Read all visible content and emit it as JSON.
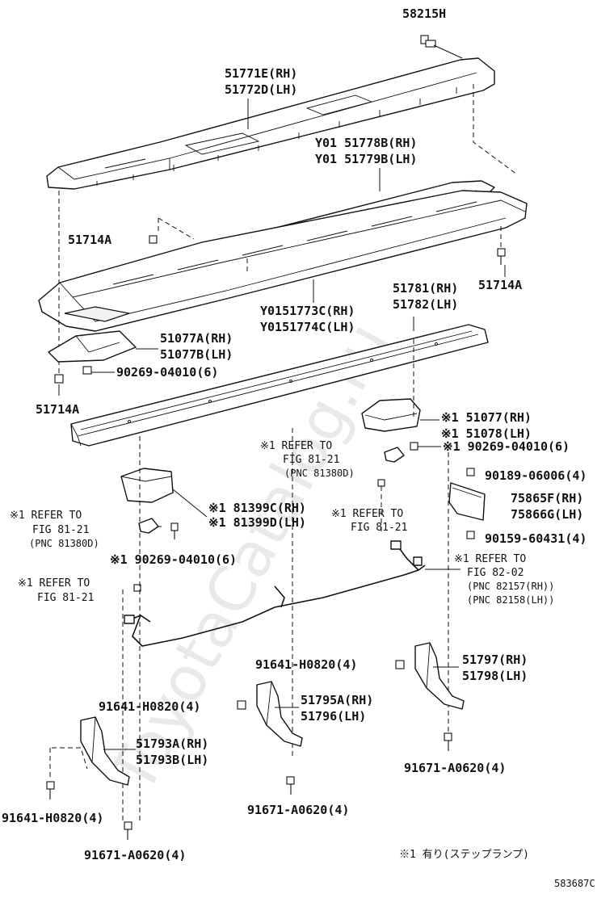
{
  "labels": {
    "p58215H": "58215H",
    "p51771E": "51771E(RH)",
    "p51772D": "51772D(LH)",
    "p51778B": "Y01 51778B(RH)",
    "p51779B": "Y01 51779B(LH)",
    "p51714A_a": "51714A",
    "p51714A_b": "51714A",
    "p51714A_c": "51714A",
    "p51773C": "Y0151773C(RH)",
    "p51774C": "Y0151774C(LH)",
    "p51781": "51781(RH)",
    "p51782": "51782(LH)",
    "p51077A": "51077A(RH)",
    "p51077B": "51077B(LH)",
    "p90269_a": "90269-04010(6)",
    "p51077": "※1 51077(RH)",
    "p51078": "※1 51078(LH)",
    "p90269_b": "※1 90269-04010(6)",
    "ref1_a": "※1 REFER TO",
    "ref1_b": "FIG 81-21",
    "ref1_c": "(PNC 81380D)",
    "p90189": "90189-06006(4)",
    "p75865F": "75865F(RH)",
    "p75866G": "75866G(LH)",
    "p81399C": "※1 81399C(RH)",
    "p81399D": "※1 81399D(LH)",
    "ref2_a": "※1 REFER TO",
    "ref2_b": "FIG 81-21",
    "ref3_a": "※1 REFER TO",
    "ref3_b": "FIG 81-21",
    "ref3_c": "(PNC 81380D)",
    "p90159": "90159-60431(4)",
    "p90269_c": "※1 90269-04010(6)",
    "ref4_a": "※1 REFER TO",
    "ref4_b": "FIG 82-02",
    "ref4_c": "(PNC 82157(RH))",
    "ref4_d": "(PNC 82158(LH))",
    "ref5_a": "※1 REFER TO",
    "ref5_b": "FIG 81-21",
    "p91641_a": "91641-H0820(4)",
    "p51797": "51797(RH)",
    "p51798": "51798(LH)",
    "p91641_b": "91641-H0820(4)",
    "p51795A": "51795A(RH)",
    "p51796": "51796(LH)",
    "p51793A": "51793A(RH)",
    "p51793B": "51793B(LH)",
    "p91671_a": "91671-A0620(4)",
    "p91671_b": "91671-A0620(4)",
    "p91641_c": "91641-H0820(4)",
    "p91671_c": "91671-A0620(4)"
  },
  "footnote": "※1 有り(ステップランプ)",
  "diagram_id": "583687C",
  "watermark": "ToyotaCatalog.ru"
}
